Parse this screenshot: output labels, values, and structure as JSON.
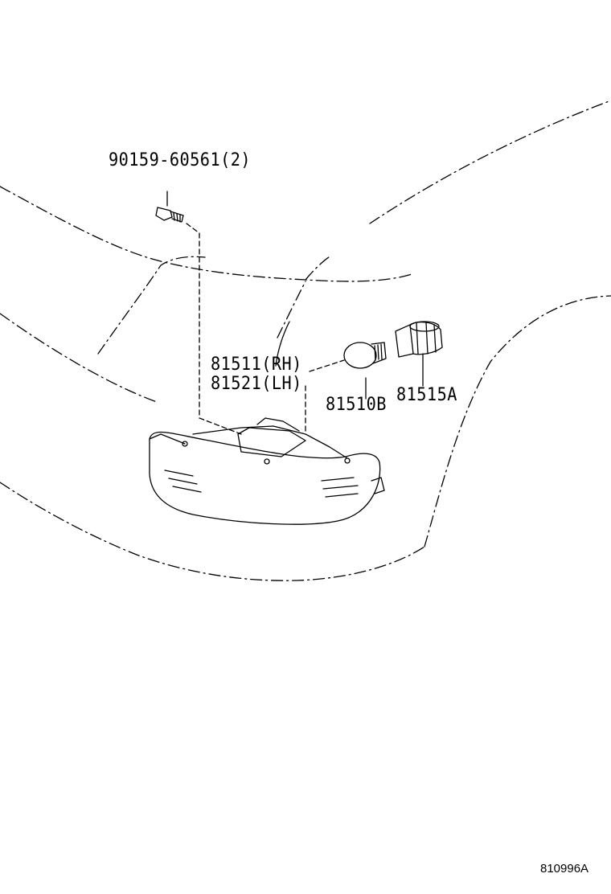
{
  "labels": {
    "screw": "90159-60561(2)",
    "lamp_rh": "81511(RH)",
    "lamp_lh": "81521(LH)",
    "bulb": "81510B",
    "socket": "81515A"
  },
  "diagram_code": "810996A",
  "colors": {
    "line": "#000000",
    "background": "#ffffff"
  }
}
